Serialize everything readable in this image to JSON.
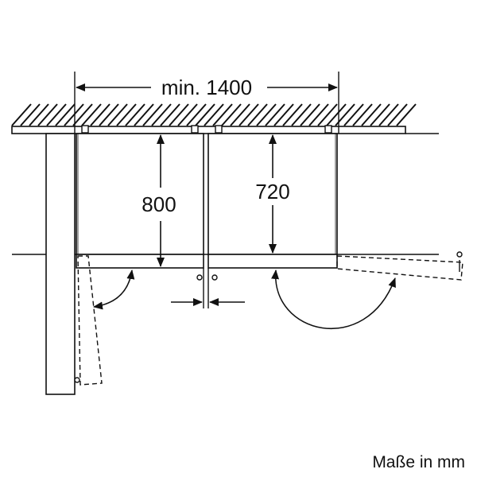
{
  "dimensions": {
    "total_width": "min. 1400",
    "left_depth": "800",
    "right_depth": "720"
  },
  "units_note": "Maße in mm",
  "colors": {
    "line": "#111111",
    "background": "#ffffff"
  }
}
